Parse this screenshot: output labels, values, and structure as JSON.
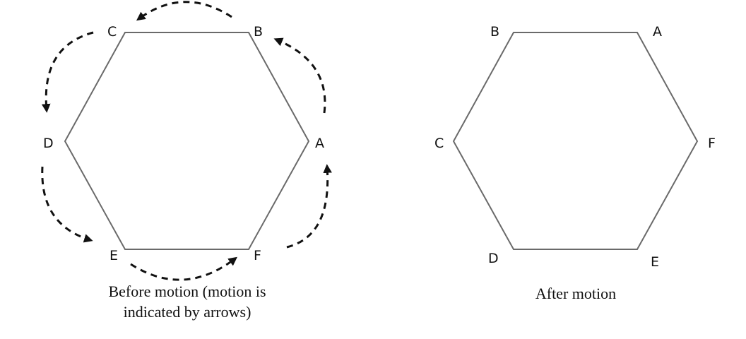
{
  "panels": {
    "before": {
      "vertex_labels": [
        "A",
        "B",
        "C",
        "D",
        "E",
        "F"
      ],
      "caption_line1": "Before motion (motion is",
      "caption_line2": "indicated by arrows)"
    },
    "after": {
      "vertex_labels": [
        "A",
        "F",
        "E",
        "D",
        "C",
        "B"
      ],
      "caption": "After motion"
    }
  },
  "motion_arrows": [
    {
      "from": "A",
      "to": "B"
    },
    {
      "from": "B",
      "to": "C"
    },
    {
      "from": "C",
      "to": "D"
    },
    {
      "from": "D",
      "to": "E"
    },
    {
      "from": "E",
      "to": "F"
    },
    {
      "from": "F",
      "to": "A"
    }
  ],
  "colors": {
    "hexagon_stroke": "#6a6a6a",
    "arrow": "#111111",
    "text": "#111111"
  }
}
